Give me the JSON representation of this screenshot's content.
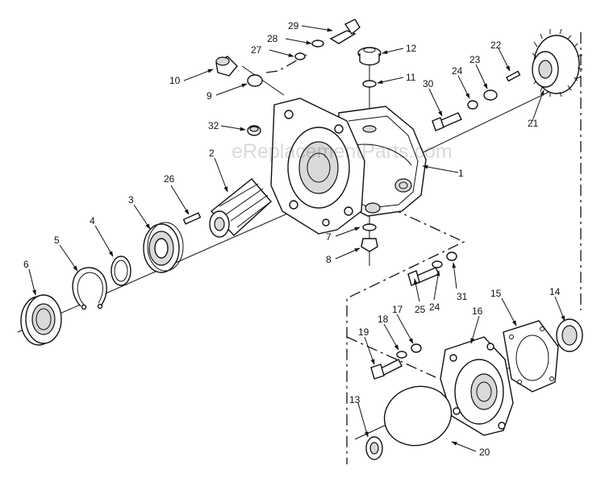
{
  "watermark": "eReplacementParts.com",
  "colors": {
    "line": "#111111",
    "background": "#ffffff",
    "watermark": "#bdbdbd"
  },
  "callouts": [
    "1",
    "2",
    "3",
    "4",
    "5",
    "6",
    "7",
    "8",
    "9",
    "10",
    "11",
    "12",
    "13",
    "14",
    "15",
    "16",
    "17",
    "18",
    "19",
    "20",
    "21",
    "22",
    "23",
    "24",
    "24",
    "25",
    "26",
    "27",
    "28",
    "29",
    "30",
    "31",
    "32"
  ]
}
